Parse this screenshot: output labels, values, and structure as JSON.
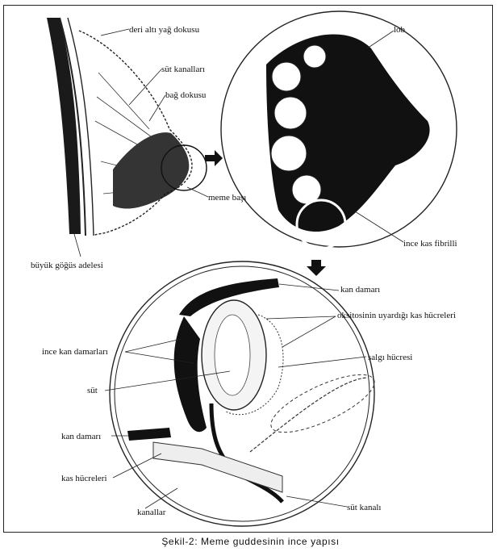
{
  "labels": {
    "deri_alti_yag_dokusu": "deri altı yağ dokusu",
    "sut_kanallari": "süt kanalları",
    "bag_dokusu": "bağ dokusu",
    "meme_basi": "meme başı",
    "buyuk_gogus_adelesi": "büyük göğüs adelesi",
    "lob": "lob",
    "ince_kas_fibrilleri": "ince kas fibrilli",
    "kan_damari_top": "kan damarı",
    "oksitosinin": "oksitosinin uyardığı kas hücreleri",
    "ince_kan_damarlari": "ince kan damarları",
    "salgi_hucresi": "salgı hücresi",
    "sut": "süt",
    "kan_damari_left": "kan damarı",
    "kas_hucreleri": "kas hücreleri",
    "kanallar": "kanallar",
    "sut_kanali": "süt kanalı"
  },
  "caption": "Şekil-2: Meme guddesinin ince yapısı"
}
